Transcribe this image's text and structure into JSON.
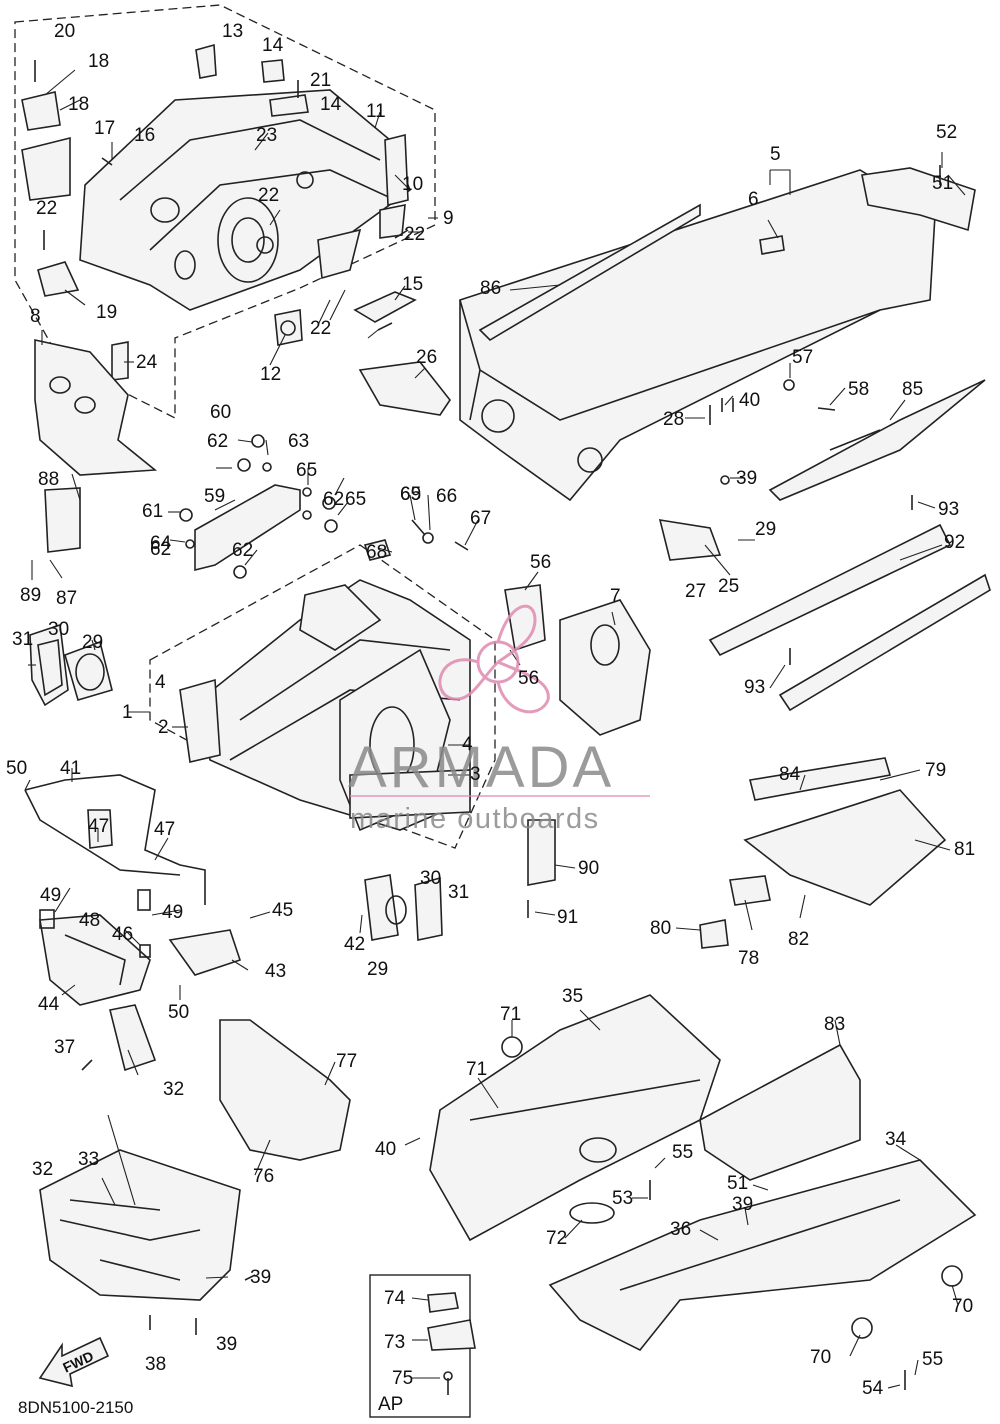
{
  "diagram": {
    "part_code": "8DN5100-2150",
    "fwd_label": "FWD",
    "ap_label": "AP",
    "watermark": {
      "brand": "ARMADA",
      "tagline": "marine outboards",
      "logo_color": "#e08ab0"
    },
    "callouts": [
      "1",
      "2",
      "3",
      "4",
      "4",
      "5",
      "6",
      "7",
      "8",
      "9",
      "10",
      "11",
      "12",
      "13",
      "14",
      "14",
      "15",
      "16",
      "17",
      "18",
      "18",
      "19",
      "20",
      "21",
      "22",
      "22",
      "22",
      "22",
      "23",
      "24",
      "25",
      "26",
      "27",
      "28",
      "29",
      "29",
      "29",
      "30",
      "30",
      "31",
      "31",
      "32",
      "32",
      "33",
      "34",
      "35",
      "36",
      "37",
      "38",
      "39",
      "39",
      "39",
      "39",
      "40",
      "40",
      "41",
      "42",
      "43",
      "44",
      "45",
      "46",
      "47",
      "47",
      "48",
      "49",
      "49",
      "50",
      "50",
      "51",
      "51",
      "52",
      "53",
      "54",
      "55",
      "55",
      "56",
      "56",
      "57",
      "58",
      "59",
      "60",
      "61",
      "62",
      "62",
      "62",
      "62",
      "63",
      "64",
      "65",
      "65",
      "65",
      "66",
      "67",
      "68",
      "69",
      "70",
      "70",
      "71",
      "71",
      "72",
      "73",
      "74",
      "75",
      "76",
      "77",
      "78",
      "79",
      "80",
      "81",
      "82",
      "83",
      "84",
      "85",
      "86",
      "87",
      "88",
      "89",
      "90",
      "91",
      "92",
      "93",
      "93"
    ]
  }
}
